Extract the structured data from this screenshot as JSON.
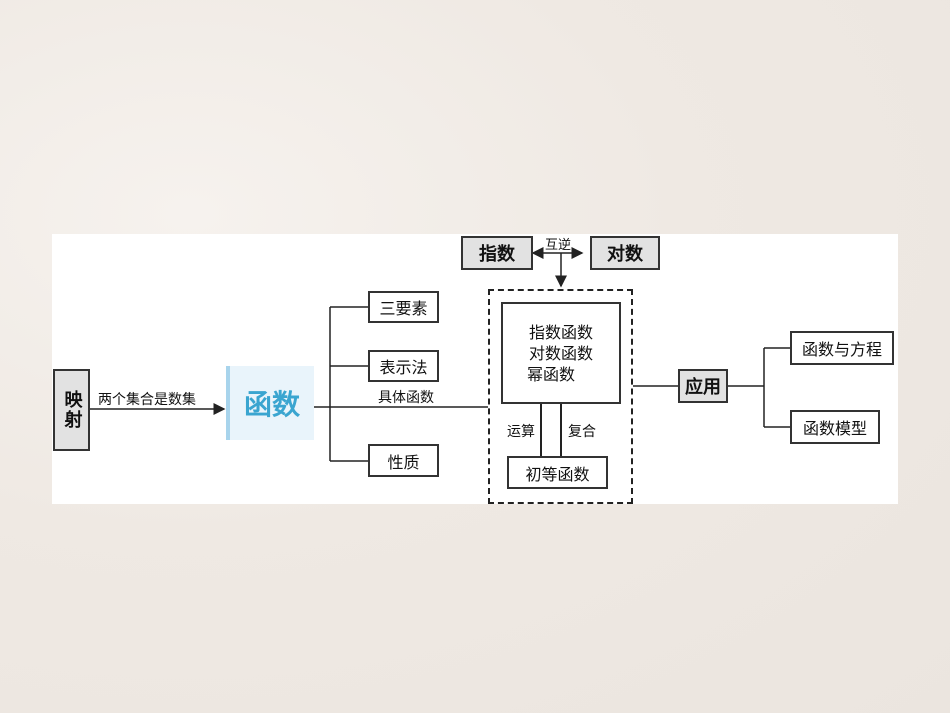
{
  "diagram": {
    "mapping": "映射",
    "mapping_arrow_label": "两个集合是数集",
    "function": "函数",
    "three_elements": "三要素",
    "representation": "表示法",
    "properties": "性质",
    "specific_functions_label": "具体函数",
    "exponent": "指数",
    "logarithm": "对数",
    "inverse_label": "互逆",
    "elementary_list": [
      "指数函数",
      "对数函数",
      "幂函数"
    ],
    "operation_label": "运算",
    "composition_label": "复合",
    "elementary_functions": "初等函数",
    "application": "应用",
    "function_equation": "函数与方程",
    "function_model": "函数模型"
  },
  "colors": {
    "function_text": "#3aa5d0",
    "function_bg": "#e9f4fb",
    "gray_box": "#e2e2e2"
  }
}
